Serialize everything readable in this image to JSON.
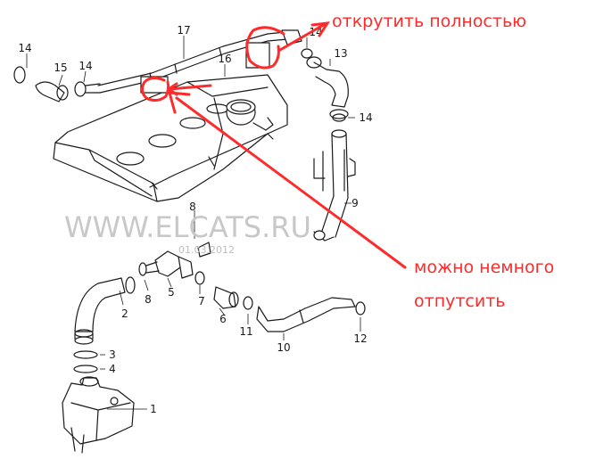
{
  "watermark": {
    "site": "WWW.ELCATS.RU",
    "date": "01.03.2012"
  },
  "annotations": {
    "unscrew_fully": "открутить полностью",
    "can_loosen_1": "можно немного",
    "can_loosen_2": "отпутсить"
  },
  "callouts": {
    "c1": "1",
    "c2": "2",
    "c3": "3",
    "c4": "4",
    "c5": "5",
    "c6": "6",
    "c7": "7",
    "c8a": "8",
    "c8b": "8",
    "c9": "9",
    "c10": "10",
    "c11": "11",
    "c12": "12",
    "c13": "13",
    "c14a": "14",
    "c14b": "14",
    "c14c": "14",
    "c14d": "14",
    "c15": "15",
    "c16": "16",
    "c17": "17"
  },
  "colors": {
    "annotation_red": "#ff2a2a",
    "line_art": "#1a1a1a"
  }
}
